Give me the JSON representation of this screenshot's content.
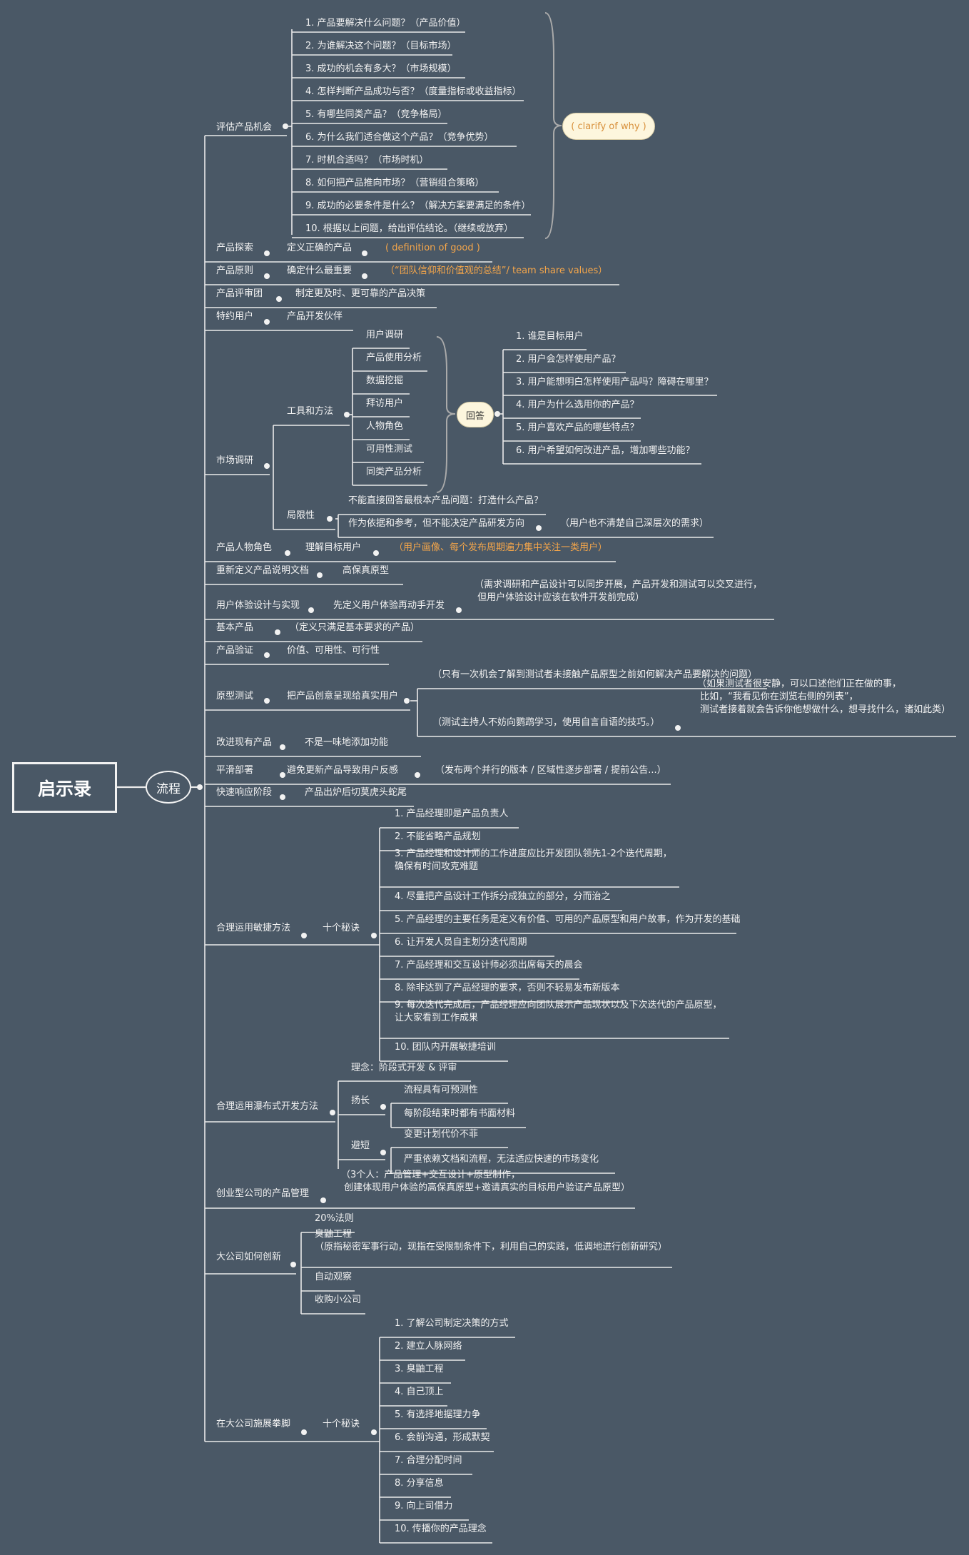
{
  "root": "启示录",
  "flow": "流程",
  "clarify_label": "( clarify of why )",
  "answer_label": "回答",
  "eval": {
    "label": "评估产品机会",
    "items": [
      "1. 产品要解决什么问题？（产品价值）",
      "2. 为谁解决这个问题？（目标市场）",
      "3. 成功的机会有多大？（市场规模）",
      "4. 怎样判断产品成功与否？（度量指标或收益指标）",
      "5. 有哪些同类产品？（竞争格局）",
      "6. 为什么我们适合做这个产品？（竞争优势）",
      "7. 时机合适吗？（市场时机）",
      "8. 如何把产品推向市场？（营销组合策略）",
      "9. 成功的必要条件是什么？（解决方案要满足的条件）",
      "10. 根据以上问题，给出评估结论。（继续或放弃）"
    ]
  },
  "explore": {
    "label": "产品探索",
    "child": "定义正确的产品",
    "note": "( definition of good )"
  },
  "principle": {
    "label": "产品原则",
    "child": "确定什么最重要",
    "note": "（“团队信仰和价值观的总结”/ team share values）"
  },
  "council": {
    "label": "产品评审团",
    "child": "制定更及时、更可靠的产品决策"
  },
  "charter": {
    "label": "特约用户",
    "child": "产品开发伙伴"
  },
  "research": {
    "label": "市场调研",
    "tools_label": "工具和方法",
    "tools": [
      "用户调研",
      "产品使用分析",
      "数据挖掘",
      "拜访用户",
      "人物角色",
      "可用性测试",
      "同类产品分析"
    ],
    "answers": [
      "1. 谁是目标用户",
      "2. 用户会怎样使用产品？",
      "3. 用户能想明白怎样使用产品吗？障碍在哪里？",
      "4. 用户为什么选用你的产品？",
      "5. 用户喜欢产品的哪些特点？",
      "6. 用户希望如何改进产品，增加哪些功能？"
    ],
    "limit_label": "局限性",
    "limit_1": "不能直接回答最根本产品问题：打造什么产品？",
    "limit_2": "作为依据和参考，但不能决定产品研发方向",
    "limit_2_note": "（用户也不清楚自己深层次的需求）"
  },
  "persona": {
    "label": "产品人物角色",
    "child": "理解目标用户",
    "note": "（用户画像、每个发布周期遍力集中关注一类用户）"
  },
  "redefine": {
    "label": "重新定义产品说明文档",
    "child": "高保真原型"
  },
  "ux": {
    "label": "用户体验设计与实现",
    "child": "先定义用户体验再动手开发",
    "note": "（需求调研和产品设计可以同步开展，产品开发和测试可以交叉进行，\n 但用户体验设计应该在软件开发前完成）"
  },
  "minimal": {
    "label": "基本产品",
    "child": "（定义只满足基本要求的产品）"
  },
  "validate": {
    "label": "产品验证",
    "child": "价值、可用性、可行性"
  },
  "proto": {
    "label": "原型测试",
    "child": "把产品创意呈现给真实用户",
    "note_1": "（只有一次机会了解到测试者未接触产品原型之前如何解决产品要解决的问题）",
    "note_2": "（测试主持人不妨向鹦鹉学习，使用自言自语的技巧。）",
    "note_3": "（如果测试者很安静，可以口述他们正在做的事，\n 比如，“我看见你在浏览右侧的列表”，\n 测试者接着就会告诉你他想做什么，想寻找什么，诸如此类）"
  },
  "improve": {
    "label": "改进现有产品",
    "child": "不是一味地添加功能"
  },
  "deploy": {
    "label": "平滑部署",
    "child": "避免更新产品导致用户反感",
    "note": "（发布两个并行的版本 / 区域性逐步部署 / 提前公告...）"
  },
  "rapid": {
    "label": "快速响应阶段",
    "child": "产品出炉后切莫虎头蛇尾"
  },
  "agile": {
    "label": "合理运用敏捷方法",
    "child": "十个秘诀",
    "items": [
      "1. 产品经理即是产品负责人",
      "2. 不能省略产品规划",
      "3. 产品经理和设计师的工作进度应比开发团队领先1-2个迭代周期，\n确保有时间攻克难题",
      "4. 尽量把产品设计工作拆分成独立的部分，分而治之",
      "5. 产品经理的主要任务是定义有价值、可用的产品原型和用户故事，作为开发的基础",
      "6. 让开发人员自主划分迭代周期",
      "7. 产品经理和交互设计师必须出席每天的晨会",
      "8. 除非达到了产品经理的要求，否则不轻易发布新版本",
      "9. 每次迭代完成后，产品经理应向团队展示产品现状以及下次迭代的产品原型，\n让大家看到工作成果",
      "10. 团队内开展敏捷培训"
    ]
  },
  "waterfall": {
    "label": "合理运用瀑布式开发方法",
    "concept": "理念：阶段式开发 & 评审",
    "pros_label": "扬长",
    "pros": [
      "流程具有可预测性",
      "每阶段结束时都有书面材料"
    ],
    "cons_label": "避短",
    "cons": [
      "变更计划代价不菲",
      "严重依赖文档和流程，无法适应快速的市场变化"
    ]
  },
  "startup": {
    "label": "创业型公司的产品管理",
    "note": "（3个人：产品管理+交互设计+原型制作，\n 创建体现用户体验的高保真原型+邀请真实的目标用户验证产品原型）"
  },
  "innovate": {
    "label": "大公司如何创新",
    "items": [
      "20%法则",
      "臭鼬工程\n（原指秘密军事行动，现指在受限制条件下，利用自己的实践，低调地进行创新研究）",
      "自动观察",
      "收购小公司"
    ]
  },
  "bigco": {
    "label": "在大公司施展拳脚",
    "child": "十个秘诀",
    "items": [
      "1. 了解公司制定决策的方式",
      "2. 建立人脉网络",
      "3. 臭鼬工程",
      "4. 自己顶上",
      "5. 有选择地据理力争",
      "6. 会前沟通，形成默契",
      "7. 合理分配时间",
      "8. 分享信息",
      "9. 向上司借力",
      "10. 传播你的产品理念"
    ]
  }
}
